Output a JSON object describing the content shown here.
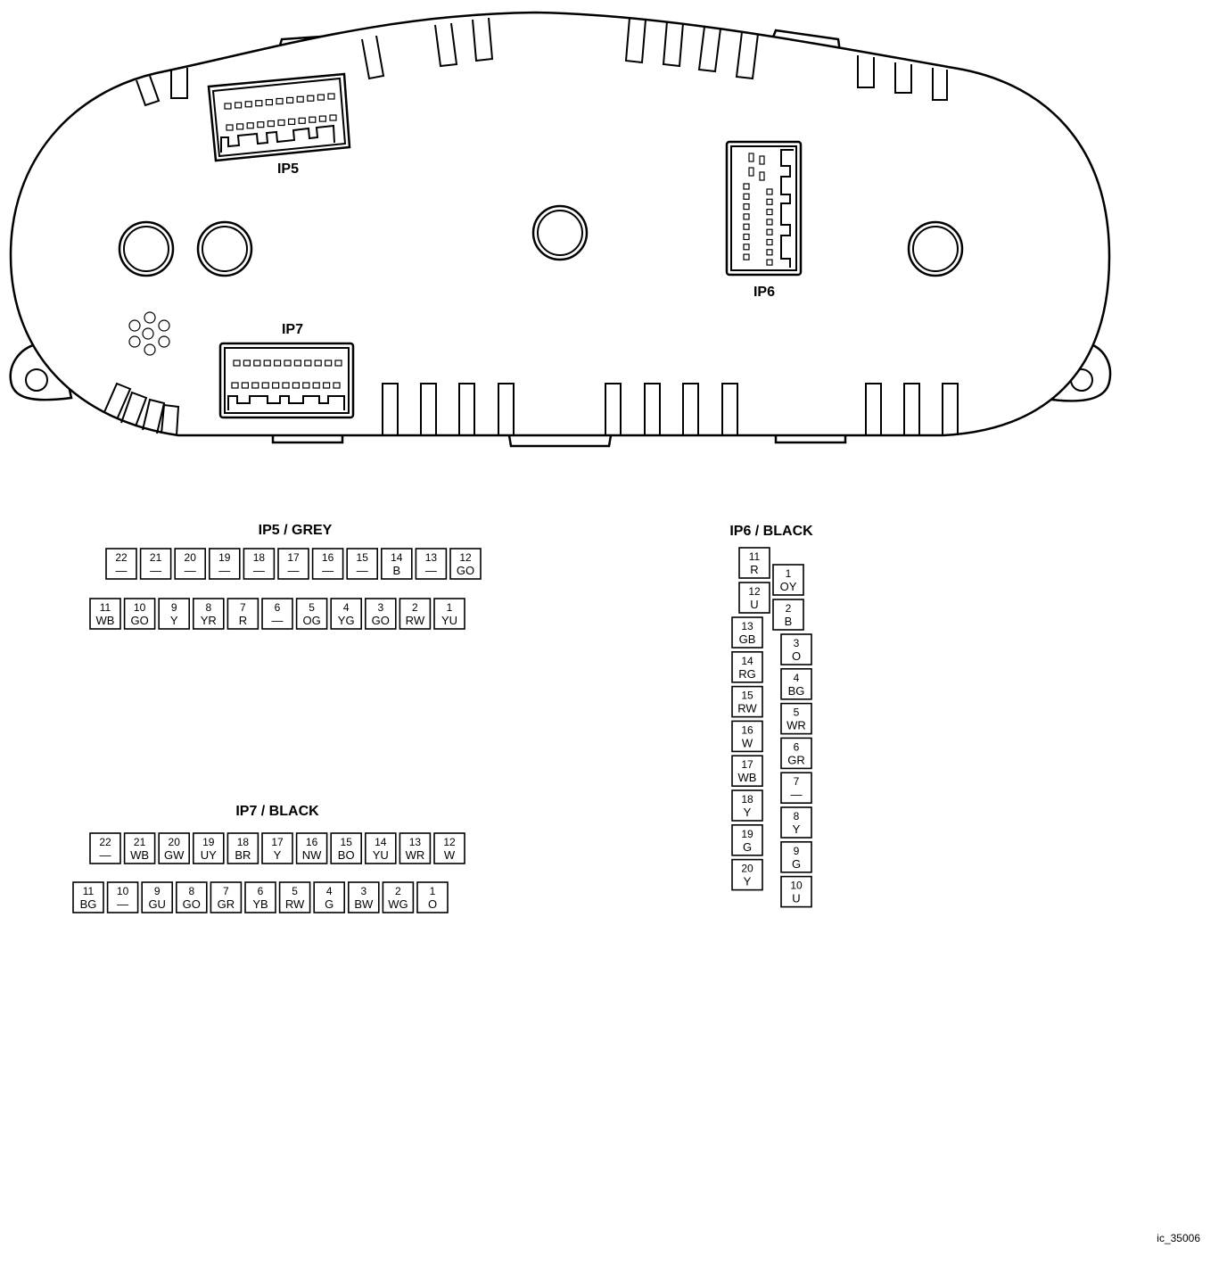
{
  "housing": {
    "connector_labels": {
      "ip5": "IP5",
      "ip6": "IP6",
      "ip7": "IP7"
    }
  },
  "tables": {
    "ip5": {
      "title": "IP5 / GREY",
      "rows": [
        [
          {
            "n": "22",
            "c": "—"
          },
          {
            "n": "21",
            "c": "—"
          },
          {
            "n": "20",
            "c": "—"
          },
          {
            "n": "19",
            "c": "—"
          },
          {
            "n": "18",
            "c": "—"
          },
          {
            "n": "17",
            "c": "—"
          },
          {
            "n": "16",
            "c": "—"
          },
          {
            "n": "15",
            "c": "—"
          },
          {
            "n": "14",
            "c": "B"
          },
          {
            "n": "13",
            "c": "—"
          },
          {
            "n": "12",
            "c": "GO"
          }
        ],
        [
          {
            "n": "11",
            "c": "WB"
          },
          {
            "n": "10",
            "c": "GO"
          },
          {
            "n": "9",
            "c": "Y"
          },
          {
            "n": "8",
            "c": "YR"
          },
          {
            "n": "7",
            "c": "R"
          },
          {
            "n": "6",
            "c": "—"
          },
          {
            "n": "5",
            "c": "OG"
          },
          {
            "n": "4",
            "c": "YG"
          },
          {
            "n": "3",
            "c": "GO"
          },
          {
            "n": "2",
            "c": "RW"
          },
          {
            "n": "1",
            "c": "YU"
          }
        ]
      ]
    },
    "ip7": {
      "title": "IP7 / BLACK",
      "rows": [
        [
          {
            "n": "22",
            "c": "—"
          },
          {
            "n": "21",
            "c": "WB"
          },
          {
            "n": "20",
            "c": "GW"
          },
          {
            "n": "19",
            "c": "UY"
          },
          {
            "n": "18",
            "c": "BR"
          },
          {
            "n": "17",
            "c": "Y"
          },
          {
            "n": "16",
            "c": "NW"
          },
          {
            "n": "15",
            "c": "BO"
          },
          {
            "n": "14",
            "c": "YU"
          },
          {
            "n": "13",
            "c": "WR"
          },
          {
            "n": "12",
            "c": "W"
          }
        ],
        [
          {
            "n": "11",
            "c": "BG"
          },
          {
            "n": "10",
            "c": "—"
          },
          {
            "n": "9",
            "c": "GU"
          },
          {
            "n": "8",
            "c": "GO"
          },
          {
            "n": "7",
            "c": "GR"
          },
          {
            "n": "6",
            "c": "YB"
          },
          {
            "n": "5",
            "c": "RW"
          },
          {
            "n": "4",
            "c": "G"
          },
          {
            "n": "3",
            "c": "BW"
          },
          {
            "n": "2",
            "c": "WG"
          },
          {
            "n": "1",
            "c": "O"
          }
        ]
      ]
    },
    "ip6": {
      "title": "IP6 / BLACK",
      "columns": [
        [
          {
            "n": "11",
            "c": "R"
          },
          {
            "n": "12",
            "c": "U"
          }
        ],
        [
          {
            "n": "13",
            "c": "GB"
          },
          {
            "n": "14",
            "c": "RG"
          },
          {
            "n": "15",
            "c": "RW"
          },
          {
            "n": "16",
            "c": "W"
          },
          {
            "n": "17",
            "c": "WB"
          },
          {
            "n": "18",
            "c": "Y"
          },
          {
            "n": "19",
            "c": "G"
          },
          {
            "n": "20",
            "c": "Y"
          }
        ],
        [
          {
            "n": "1",
            "c": "OY"
          },
          {
            "n": "2",
            "c": "B"
          }
        ],
        [
          {
            "n": "3",
            "c": "O"
          },
          {
            "n": "4",
            "c": "BG"
          },
          {
            "n": "5",
            "c": "WR"
          },
          {
            "n": "6",
            "c": "GR"
          },
          {
            "n": "7",
            "c": "—"
          },
          {
            "n": "8",
            "c": "Y"
          },
          {
            "n": "9",
            "c": "G"
          },
          {
            "n": "10",
            "c": "U"
          }
        ]
      ]
    }
  },
  "reference": "ic_35006"
}
